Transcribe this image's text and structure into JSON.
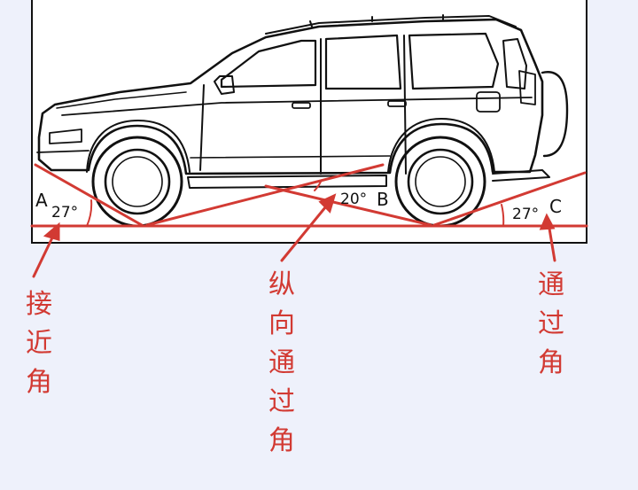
{
  "diagram": {
    "points": {
      "a": "A",
      "b": "B",
      "c": "C"
    },
    "angles": {
      "approach": "27°",
      "breakover": "20°",
      "departure": "27°"
    },
    "labels": {
      "approach": "接近角",
      "breakover": "纵向通过角",
      "departure": "通过角"
    },
    "colors": {
      "accent": "#d23a33",
      "outline": "#111111",
      "frame_bg": "#ffffff",
      "page_bg": "#eef1fb"
    }
  }
}
